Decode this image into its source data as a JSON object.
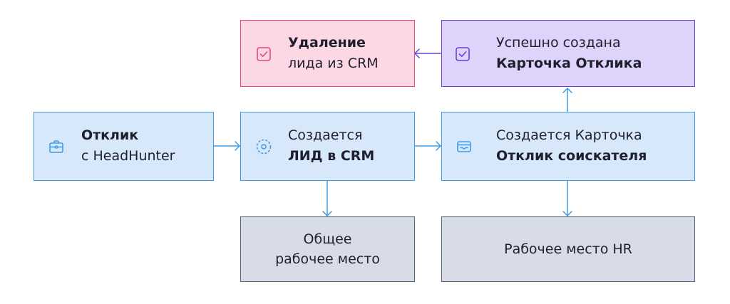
{
  "nodes": {
    "delete_lead": {
      "line1": "Удаление",
      "line2": "лида из CRM",
      "icon": "checkbox-icon"
    },
    "card_created": {
      "line1": "Успешно создана",
      "line2": "Карточка Отклика",
      "icon": "checkbox-icon"
    },
    "response": {
      "line1": "Отклик",
      "line2": "с HeadHunter",
      "icon": "briefcase-icon"
    },
    "lead_created": {
      "line1": "Создается",
      "line2": "ЛИД в CRM",
      "icon": "target-icon"
    },
    "card_creating": {
      "line1": "Создается Карточка",
      "line2": "Отклик соискателя",
      "icon": "wallet-icon"
    },
    "common_workspace": {
      "line1": "Общее",
      "line2": "рабочее место"
    },
    "hr_workspace": {
      "label": "Рабочее место HR"
    }
  },
  "colors": {
    "blue_fill": "#d6e8fa",
    "blue_stroke": "#3f9be8",
    "pink_fill": "#fcd7e4",
    "pink_stroke": "#e8467d",
    "violet_fill": "#ded3fa",
    "violet_stroke": "#6b3ed8",
    "gray_fill": "#d8dce6",
    "gray_stroke": "#5a6282"
  }
}
